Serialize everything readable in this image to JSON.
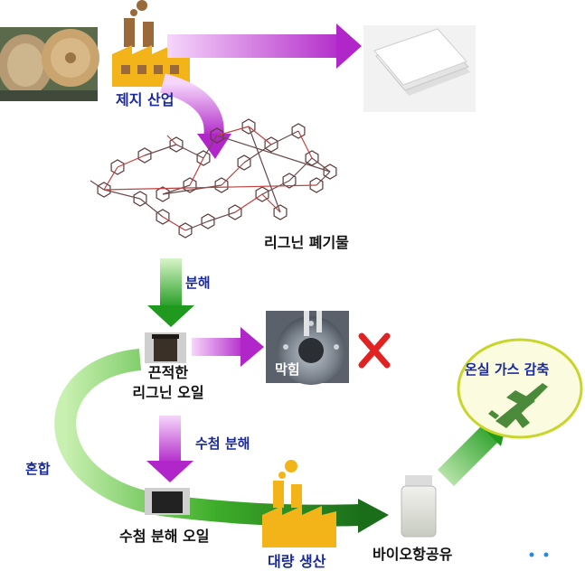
{
  "labels": {
    "paper_industry": "제지 산업",
    "lignin_waste": "리그닌 폐기물",
    "decompose": "분해",
    "sticky_oil_line1": "끈적한",
    "sticky_oil_line2": "리그닌 오일",
    "clogged": "막힘",
    "hydro_decompose": "수첨 분해",
    "mix": "혼합",
    "hydro_oil": "수첨 분해 오일",
    "mass_production": "대량 생산",
    "bio_jet_fuel": "바이오항공유",
    "ghg_reduction": "온실 가스 감축"
  },
  "colors": {
    "magenta_arrow": "#b026c8",
    "green_arrow": "#1f9a1f",
    "factory": "#f2b418",
    "factory_brown": "#9a6a3a",
    "plane": "#4a8a3a",
    "ellipse_fill": "#fbfbe0",
    "ellipse_stroke": "#c8d62a",
    "x_mark": "#e02222"
  },
  "icons": [
    "factory-icon",
    "paper-stack-icon",
    "log-photo",
    "molecule-diagram",
    "vial-icon",
    "reactor-photo",
    "x-mark-icon",
    "airplane-icon"
  ]
}
